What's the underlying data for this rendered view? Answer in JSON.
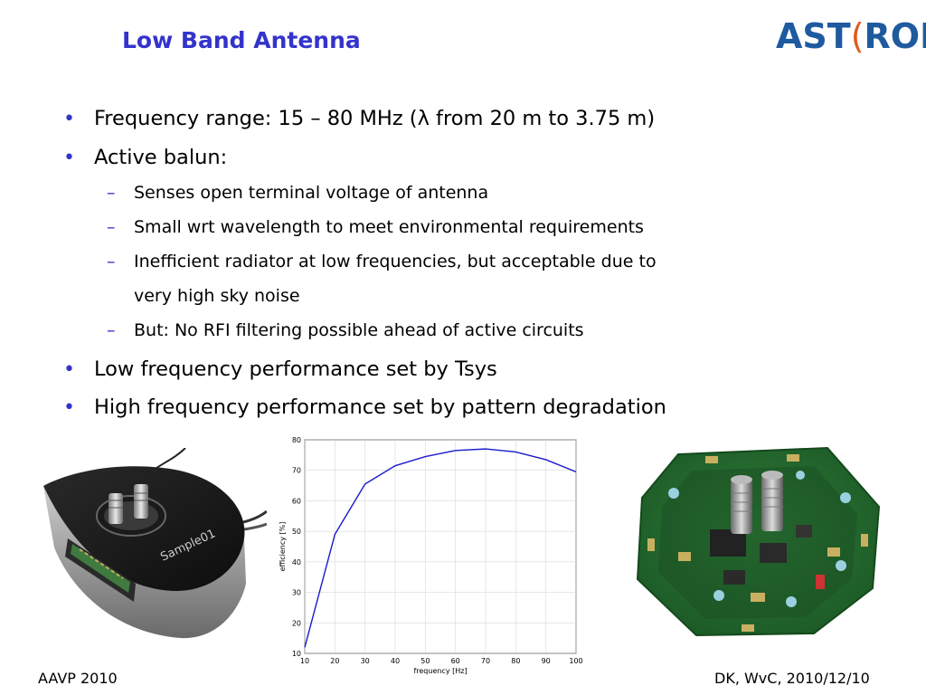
{
  "slide": {
    "title": "Low Band Antenna",
    "logo_text_a": "AST",
    "logo_paren": "(",
    "logo_text_b": "RON"
  },
  "bullets": [
    {
      "level": 1,
      "text": "Frequency range: 15 – 80 MHz (λ from 20 m to 3.75 m)"
    },
    {
      "level": 1,
      "text": "Active balun:"
    },
    {
      "level": 2,
      "text": "Senses open terminal voltage of antenna"
    },
    {
      "level": 2,
      "text": "Small wrt wavelength to meet environmental requirements"
    },
    {
      "level": 2,
      "text": "Inefficient radiator at low frequencies, but acceptable due to"
    },
    {
      "level": 2,
      "text": "very high sky noise",
      "continuation": true
    },
    {
      "level": 2,
      "text": "But: No RFI filtering possible ahead of active circuits"
    },
    {
      "level": 1,
      "text": "Low frequency performance set by Tsys"
    },
    {
      "level": 1,
      "text": "High frequency performance set by pattern degradation"
    }
  ],
  "footer": {
    "left": "AAVP 2010",
    "right": "DK, WvC, 2010/12/10"
  },
  "photos": {
    "left_label": "Sample01"
  },
  "colors": {
    "title": "#3333cc",
    "bullet": "#3333cc",
    "logo": "#1f5a9e",
    "logo_accent": "#e05a1a",
    "series": "#1a1acc"
  },
  "chart_data": {
    "type": "line",
    "title": "",
    "xlabel": "frequency [Hz]",
    "ylabel": "efficiency [%]",
    "xlim": [
      10,
      100
    ],
    "ylim": [
      10,
      80
    ],
    "xticks": [
      10,
      20,
      30,
      40,
      50,
      60,
      70,
      80,
      90,
      100
    ],
    "yticks": [
      10,
      20,
      30,
      40,
      50,
      60,
      70,
      80
    ],
    "grid": true,
    "series": [
      {
        "x": [
          10,
          20,
          30,
          40,
          50,
          60,
          70,
          80,
          90,
          100
        ],
        "values": [
          12,
          49,
          65.5,
          71.5,
          74.5,
          76.5,
          77,
          76,
          73.5,
          69.5
        ]
      }
    ]
  }
}
